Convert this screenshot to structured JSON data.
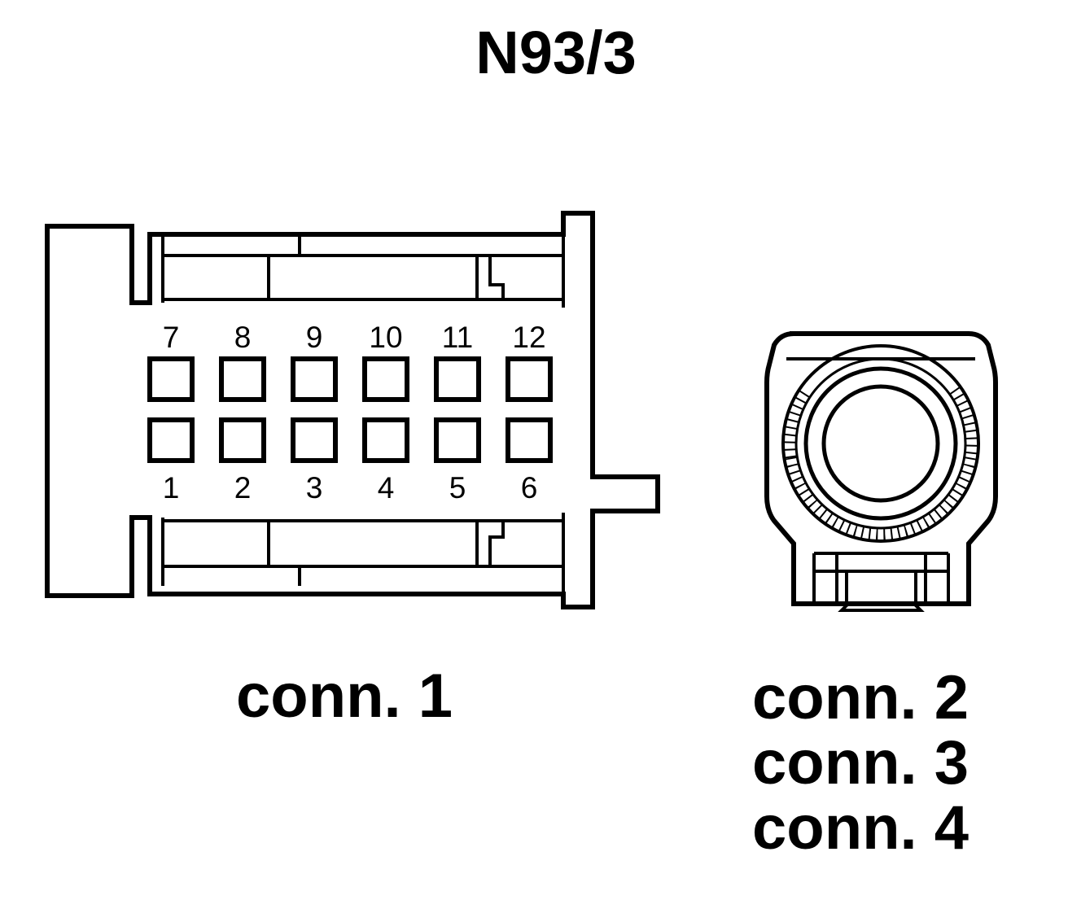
{
  "title": "N93/3",
  "connector_1": {
    "label": "conn. 1",
    "pins_top": [
      "7",
      "8",
      "9",
      "10",
      "11",
      "12"
    ],
    "pins_bottom": [
      "1",
      "2",
      "3",
      "4",
      "5",
      "6"
    ]
  },
  "connector_round": {
    "labels": [
      "conn. 2",
      "conn. 3",
      "conn. 4"
    ]
  }
}
